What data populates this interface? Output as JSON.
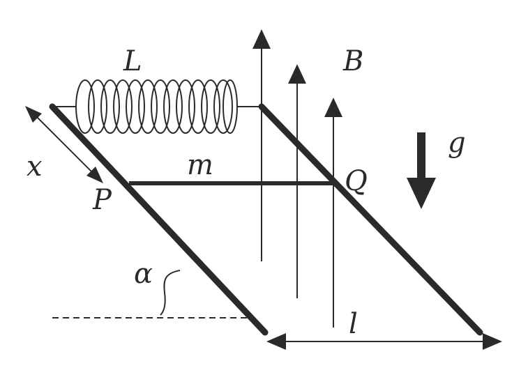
{
  "labels": {
    "inductor": "L",
    "field": "B",
    "displacement": "x",
    "mass": "m",
    "point_p": "P",
    "point_q": "Q",
    "gravity": "g",
    "angle": "α",
    "separation": "l"
  },
  "colors": {
    "ink": "#2a2a2a",
    "background": "#ffffff"
  },
  "icons": {
    "field_arrows": "up-arrow-icon",
    "gravity_arrow": "down-arrow-icon",
    "inductor": "coil-icon"
  }
}
